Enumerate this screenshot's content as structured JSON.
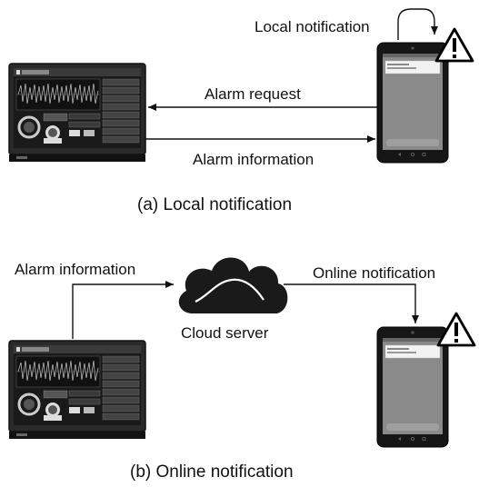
{
  "panel_a": {
    "caption": "(a) Local notification",
    "local_notification_label": "Local notification",
    "alarm_request_label": "Alarm request",
    "alarm_information_label": "Alarm information"
  },
  "panel_b": {
    "caption": "(b) Online notification",
    "alarm_information_label": "Alarm information",
    "cloud_label": "Cloud server",
    "online_notification_label": "Online notification"
  },
  "icons": [
    "hmi-panel-icon",
    "tablet-icon",
    "warning-icon",
    "cloud-icon"
  ]
}
